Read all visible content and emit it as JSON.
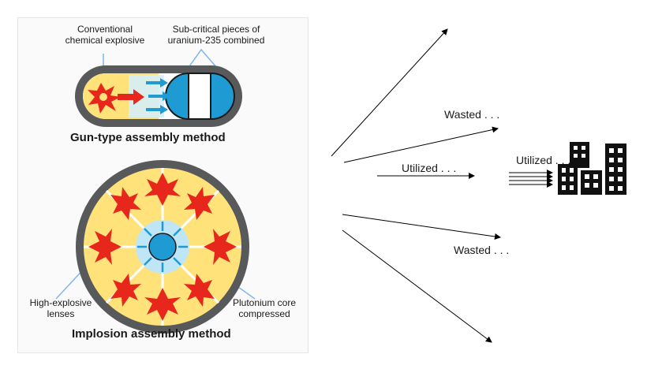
{
  "left_figure": {
    "gun_type": {
      "label_explosive_line1": "Conventional",
      "label_explosive_line2": "chemical explosive",
      "label_uranium_line1": "Sub-critical pieces of",
      "label_uranium_line2": "uranium-235 combined",
      "title": "Gun-type assembly method"
    },
    "implosion": {
      "label_lenses_line1": "High-explosive",
      "label_lenses_line2": "lenses",
      "label_core_line1": "Plutonium core",
      "label_core_line2": "compressed",
      "title": "Implosion assembly method"
    }
  },
  "right_diagram": {
    "wasted_top": "Wasted . . .",
    "utilized_middle": "Utilized . . .",
    "utilized_city": "Utilized . . .",
    "wasted_bottom": "Wasted . . ."
  },
  "colors": {
    "casing": "#58595b",
    "explosive_yellow": "#ffe27a",
    "flash_red": "#e8271c",
    "core_blue": "#1f9bd4",
    "light_blue": "#bfe6f6",
    "leader_blue": "#7fb7ea",
    "city_black": "#111111"
  },
  "icons": [
    "explosion-icon",
    "arrow-icon",
    "city-buildings-icon"
  ]
}
